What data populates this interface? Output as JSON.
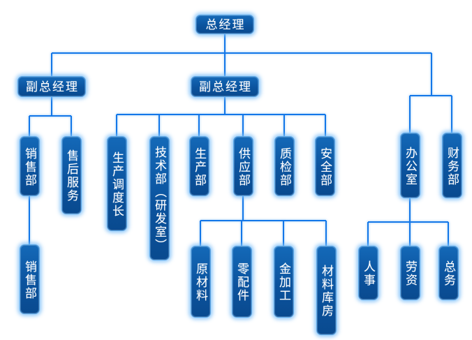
{
  "diagram": {
    "type": "org-chart",
    "colors": {
      "box_fill_top": "#1469b8",
      "box_fill_bottom": "#094a8f",
      "box_border": "#5aa7e8",
      "box_glow": "#7dbef8",
      "connector_line": "#1377e8",
      "text": "#ffffff",
      "background": "#ffffff"
    },
    "nodes": {
      "gm": {
        "label": "总经理"
      },
      "vice_gm_left": {
        "label": "副总经理"
      },
      "vice_gm_center": {
        "label": "副总经理"
      },
      "sales_dept": {
        "label": "销售部"
      },
      "after_sales": {
        "label": "售后服务"
      },
      "production_dispatch": {
        "label": "生产调度长"
      },
      "tech_dept": {
        "label": "技术部（研发室）"
      },
      "production_dept": {
        "label": "生产部"
      },
      "supply_dept": {
        "label": "供应部"
      },
      "quality_dept": {
        "label": "质检部"
      },
      "safety_dept": {
        "label": "安全部"
      },
      "office": {
        "label": "办公室"
      },
      "finance_dept": {
        "label": "财务部"
      },
      "sales_dept_sub": {
        "label": "销售部"
      },
      "raw_materials": {
        "label": "原材料"
      },
      "spare_parts": {
        "label": "零配件"
      },
      "metal_processing": {
        "label": "金加工"
      },
      "materials_warehouse": {
        "label": "材料库房"
      },
      "personnel": {
        "label": "人事"
      },
      "labor_wages": {
        "label": "劳资"
      },
      "general_affairs": {
        "label": "总务"
      }
    },
    "edges": [
      [
        "gm",
        "vice_gm_left"
      ],
      [
        "gm",
        "vice_gm_center"
      ],
      [
        "gm",
        "office"
      ],
      [
        "gm",
        "finance_dept"
      ],
      [
        "vice_gm_left",
        "sales_dept"
      ],
      [
        "vice_gm_left",
        "after_sales"
      ],
      [
        "vice_gm_center",
        "production_dispatch"
      ],
      [
        "vice_gm_center",
        "tech_dept"
      ],
      [
        "vice_gm_center",
        "production_dept"
      ],
      [
        "vice_gm_center",
        "supply_dept"
      ],
      [
        "vice_gm_center",
        "quality_dept"
      ],
      [
        "vice_gm_center",
        "safety_dept"
      ],
      [
        "sales_dept",
        "sales_dept_sub"
      ],
      [
        "supply_dept",
        "raw_materials"
      ],
      [
        "supply_dept",
        "spare_parts"
      ],
      [
        "supply_dept",
        "metal_processing"
      ],
      [
        "supply_dept",
        "materials_warehouse"
      ],
      [
        "office",
        "personnel"
      ],
      [
        "office",
        "labor_wages"
      ],
      [
        "office",
        "general_affairs"
      ]
    ]
  }
}
